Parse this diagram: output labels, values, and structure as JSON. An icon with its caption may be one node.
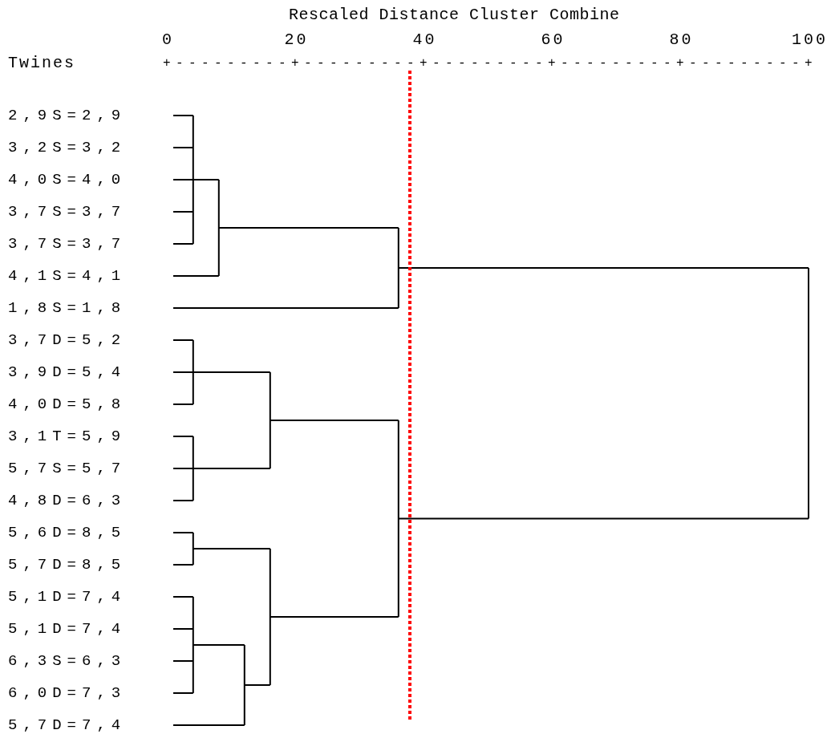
{
  "diagram": {
    "title": "Rescaled Distance Cluster Combine",
    "labels": [
      "0",
      "20",
      "40",
      "60",
      "80",
      "100",
      "Twines",
      "+---------+---------+---------+---------+---------+",
      "2,9S=2,9",
      "3,2S=3,2",
      "4,0S=4,0",
      "3,7S=3,7",
      "3,7S=3,7",
      "4,1S=4,1",
      "1,8S=1,8",
      "3,7D=5,2",
      "3,9D=5,4",
      "4,0D=5,8",
      "3,1T=5,9",
      "5,7S=5,7",
      "4,8D=6,3",
      "5,6D=8,5",
      "5,7D=8,5",
      "5,1D=7,4",
      "5,1D=7,4",
      "6,3S=6,3",
      "6,0D=7,3",
      "5,7D=7,4"
    ]
  }
}
